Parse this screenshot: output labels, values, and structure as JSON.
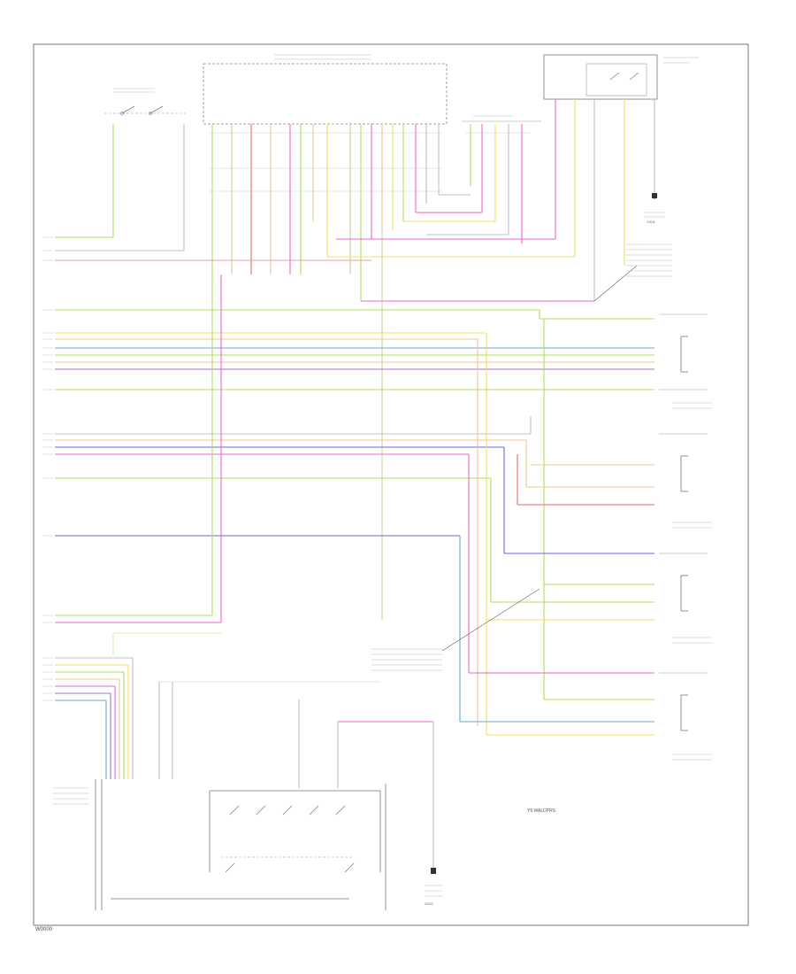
{
  "diagram": {
    "footer_code": "W0000",
    "legend_text": "Y5 WALDPRS",
    "ground_labels": [
      "G301",
      "G302"
    ]
  },
  "colors": {
    "frame": "#777777",
    "wire_green": "#a8e05a",
    "wire_pink": "#ee66cc",
    "wire_yellow": "#f0e060",
    "wire_orange": "#e8c890",
    "wire_tan": "#d8c8a0",
    "wire_blue": "#6666ee",
    "wire_lightblue": "#8ab8e0",
    "wire_gray": "#c0c0c0",
    "wire_purple": "#a070d0",
    "wire_red": "#ee6666"
  }
}
